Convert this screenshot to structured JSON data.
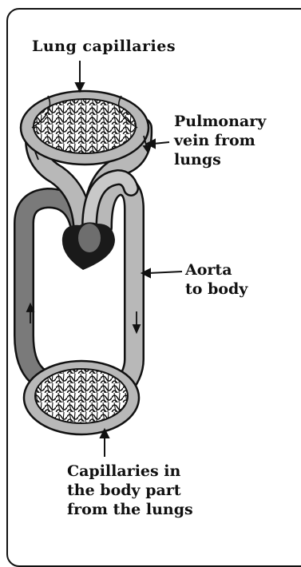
{
  "labels": {
    "lung_capillaries": "Lung capillaries",
    "pulmonary_vein": [
      "Pulmonary",
      "vein from",
      "lungs"
    ],
    "aorta": [
      "Aorta",
      "to body"
    ],
    "body_capillaries": [
      "Capillaries in",
      "the body part",
      "from the lungs"
    ]
  },
  "colors": {
    "vessel_light": "#b8b8b8",
    "vessel_dark": "#7a7a7a",
    "outline": "#111111",
    "heart": "#1a1a1a",
    "capillary_fill": "#ffffff"
  }
}
